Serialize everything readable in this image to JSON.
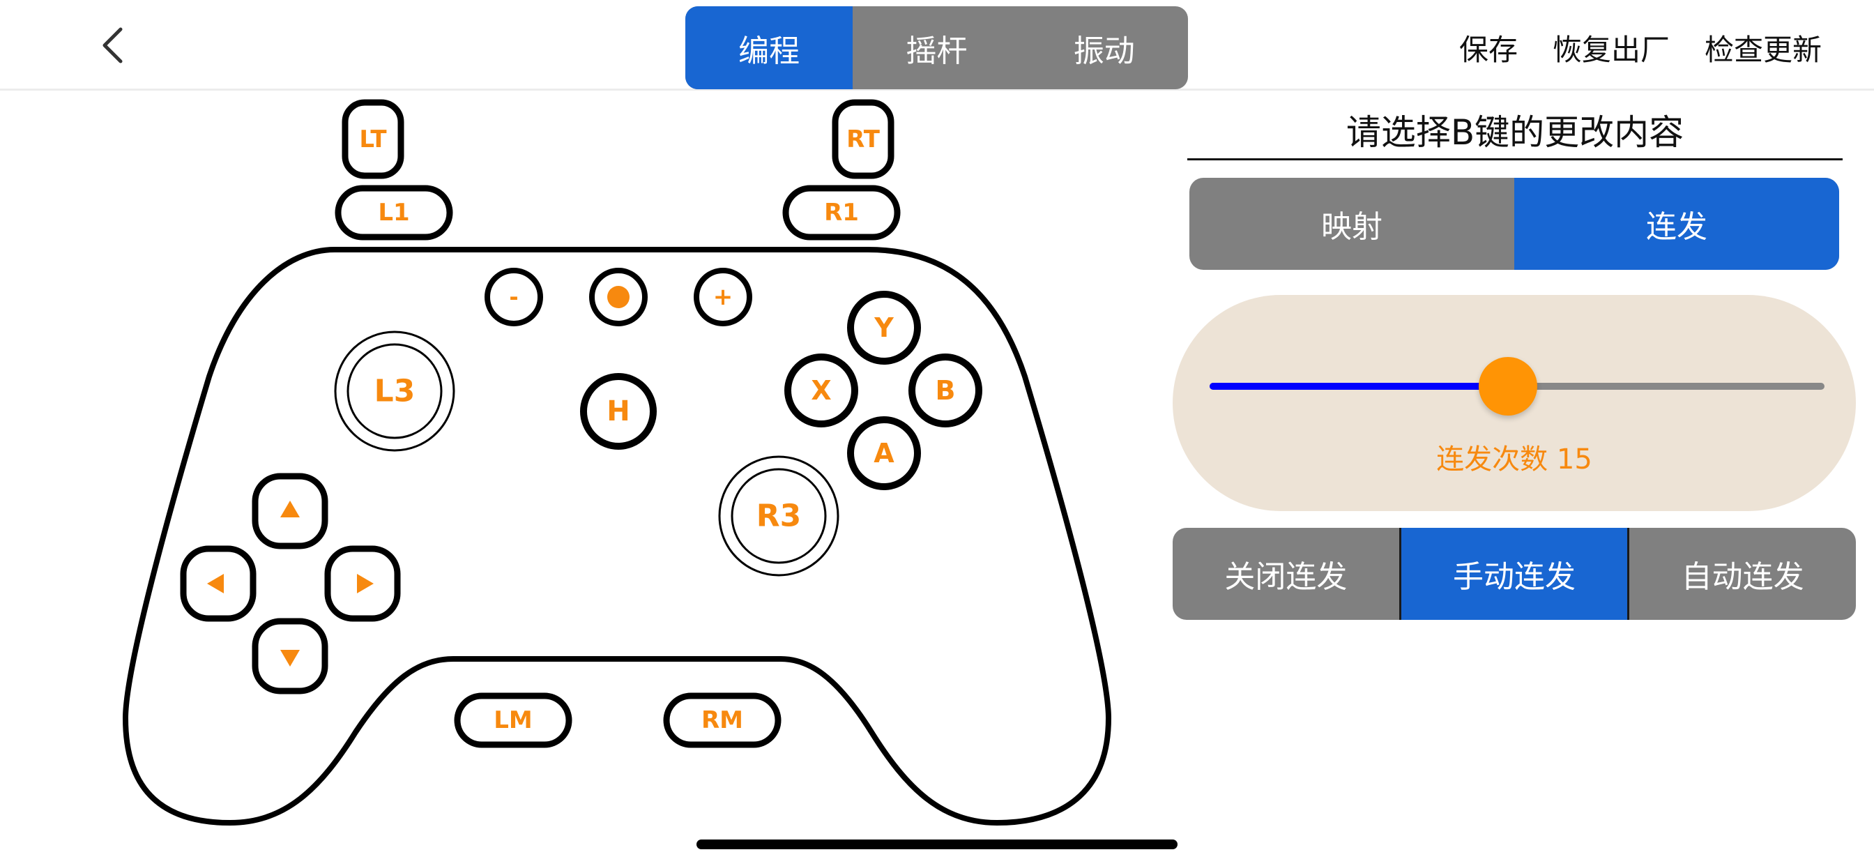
{
  "header": {
    "back_icon": "chevron-left-icon",
    "tabs": [
      {
        "label": "编程",
        "active": true
      },
      {
        "label": "摇杆",
        "active": false
      },
      {
        "label": "振动",
        "active": false
      }
    ],
    "actions": [
      "保存",
      "恢复出厂",
      "检查更新"
    ]
  },
  "controller": {
    "buttons": {
      "lt": "LT",
      "rt": "RT",
      "l1": "L1",
      "r1": "R1",
      "minus": "-",
      "plus": "+",
      "home": "H",
      "l3": "L3",
      "r3": "R3",
      "y": "Y",
      "x": "X",
      "b": "B",
      "a": "A",
      "lm": "LM",
      "rm": "RM"
    },
    "dpad_icons": [
      "arrow-up-icon",
      "arrow-left-icon",
      "arrow-right-icon",
      "arrow-down-icon"
    ]
  },
  "panel": {
    "title": "请选择B键的更改内容",
    "mode_tabs": [
      {
        "label": "映射",
        "active": false
      },
      {
        "label": "连发",
        "active": true
      }
    ],
    "slider": {
      "value_fraction": 0.485,
      "label": "连发次数 15"
    },
    "burst_tabs": [
      {
        "label": "关闭连发",
        "active": false
      },
      {
        "label": "手动连发",
        "active": true
      },
      {
        "label": "自动连发",
        "active": false
      }
    ]
  },
  "colors": {
    "accent_blue": "#1866d2",
    "segment_gray": "#808080",
    "orange": "#f7890f",
    "slider_fill": "#0000ff",
    "slider_card": "#ede3d6"
  }
}
